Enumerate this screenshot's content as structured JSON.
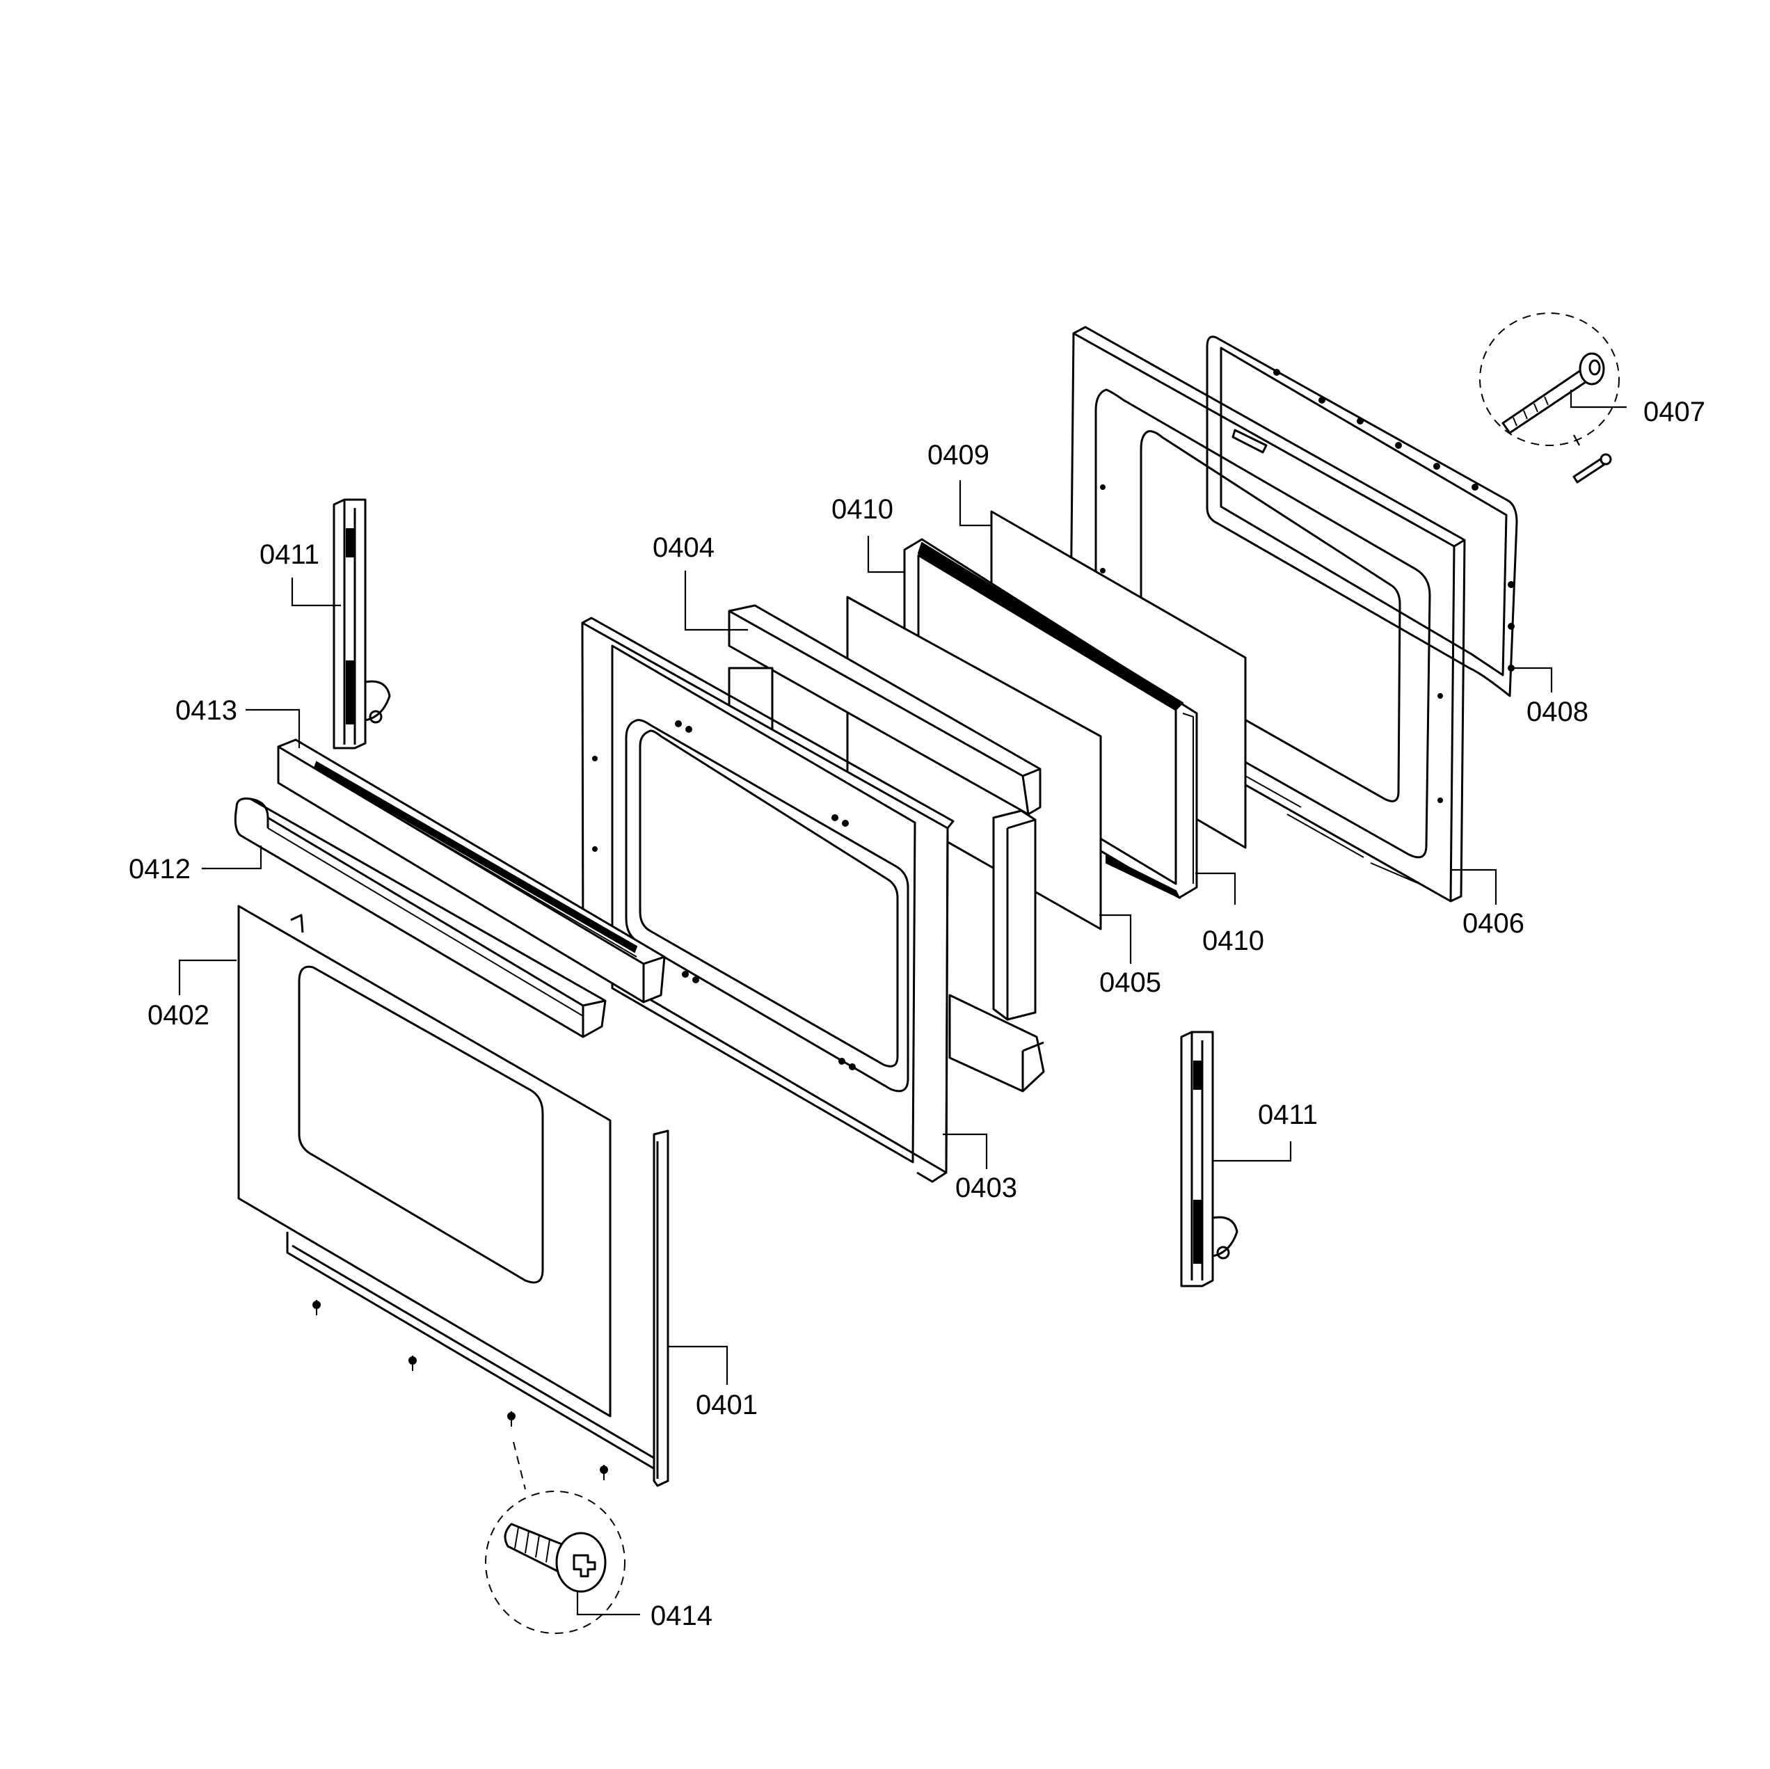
{
  "callouts": [
    {
      "id": "0401",
      "text": "0401"
    },
    {
      "id": "0402",
      "text": "0402"
    },
    {
      "id": "0403",
      "text": "0403"
    },
    {
      "id": "0404",
      "text": "0404"
    },
    {
      "id": "0405",
      "text": "0405"
    },
    {
      "id": "0406",
      "text": "0406"
    },
    {
      "id": "0407",
      "text": "0407"
    },
    {
      "id": "0408",
      "text": "0408"
    },
    {
      "id": "0409",
      "text": "0409"
    },
    {
      "id": "0410a",
      "text": "0410"
    },
    {
      "id": "0410b",
      "text": "0410"
    },
    {
      "id": "0411a",
      "text": "0411"
    },
    {
      "id": "0411b",
      "text": "0411"
    },
    {
      "id": "0412",
      "text": "0412"
    },
    {
      "id": "0413",
      "text": "0413"
    },
    {
      "id": "0414",
      "text": "0414"
    }
  ],
  "colors": {
    "line": "#000000",
    "background": "#ffffff"
  }
}
